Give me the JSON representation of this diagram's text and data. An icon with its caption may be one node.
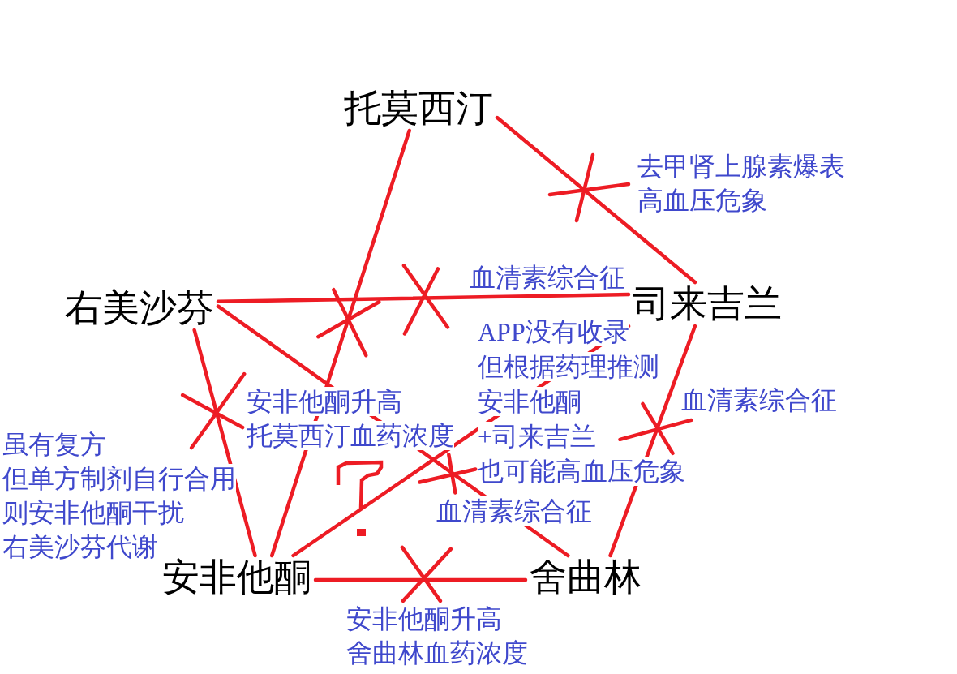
{
  "diagram": {
    "nodes": [
      {
        "text": [
          "托莫西汀"
        ]
      },
      {
        "text": [
          "右美沙芬"
        ]
      },
      {
        "text": [
          "司来吉兰"
        ]
      },
      {
        "text": [
          "安非他酮"
        ]
      },
      {
        "text": [
          "舍曲林"
        ]
      }
    ],
    "edges": [
      {
        "from": 0,
        "to": 2,
        "arrow": "none",
        "label": "去甲肾上腺素爆表高血压危象"
      },
      {
        "from": 1,
        "to": 2,
        "arrow": "none",
        "label": "血清素综合征"
      },
      {
        "from": 0,
        "to": 3,
        "arrow": "none",
        "label": "安非他酮升高托莫西汀血药浓度"
      },
      {
        "from": 1,
        "to": 3,
        "arrow": "none",
        "label": "虽有复方但单方制剂自行合用则安非他酮干扰右美沙芬代谢"
      },
      {
        "from": 1,
        "to": 4,
        "arrow": "none",
        "label": "血清素综合征"
      },
      {
        "from": 3,
        "to": 2,
        "arrow": "none",
        "label": "APP没有收录但根据药理推测安非他酮+司来吉兰也可能高血压危象"
      },
      {
        "from": 2,
        "to": 4,
        "arrow": "none",
        "label": "血清素综合征"
      },
      {
        "from": 3,
        "to": 4,
        "arrow": "none",
        "label": "安非他酮升高舍曲林血药浓度"
      }
    ]
  }
}
